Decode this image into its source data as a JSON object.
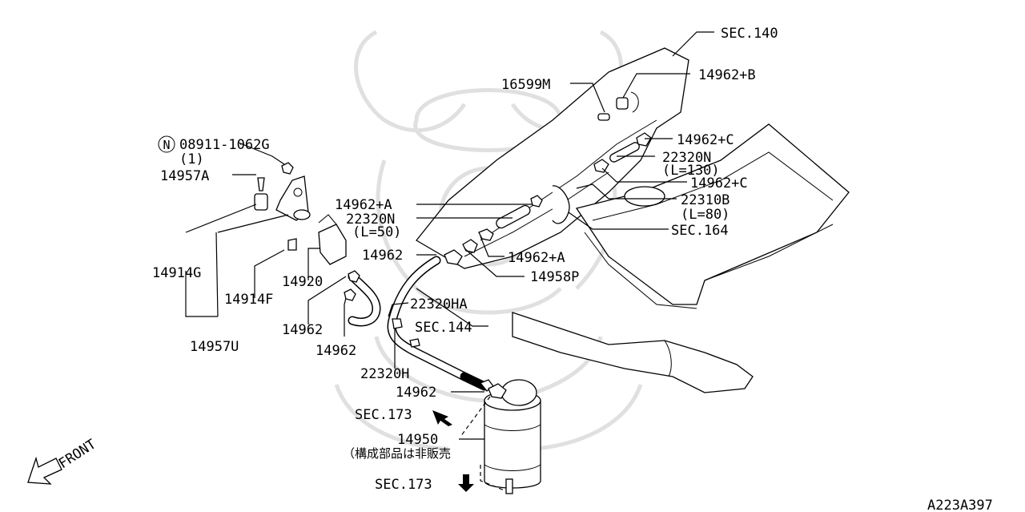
{
  "diagram": {
    "watermark_icon": "samurai-helmet-watermark",
    "labels": {
      "sec140": "SEC.140",
      "p14962B": "14962+B",
      "p16599M": "16599M",
      "p14962C_top": "14962+C",
      "p22320N_right": "22320N",
      "l130": "(L=130)",
      "p14962C_2": "14962+C",
      "p22310B": "22310B",
      "l80": "(L=80)",
      "sec164": "SEC.164",
      "p08911": "08911-1062G",
      "qty1": "(1)",
      "p14957A": "14957A",
      "p14962A_1": "14962+A",
      "p22320N_left": "22320N",
      "l50": "(L=50)",
      "p14962_mid": "14962",
      "p14962A_2": "14962+A",
      "p14958P": "14958P",
      "p14914G": "14914G",
      "p14920": "14920",
      "p14914F": "14914F",
      "p22320HA": "22320HA",
      "sec144": "SEC.144",
      "p14962_l1": "14962",
      "p14962_l2": "14962",
      "p14957U": "14957U",
      "p22320H": "22320H",
      "p14962_b": "14962",
      "sec173_a": "SEC.173",
      "p14950": "14950",
      "note_jp": "（構成部品は非販売",
      "sec173_b": "SEC.173",
      "front": "FRONT",
      "nut_symbol": "N",
      "code": "A223A397"
    }
  }
}
